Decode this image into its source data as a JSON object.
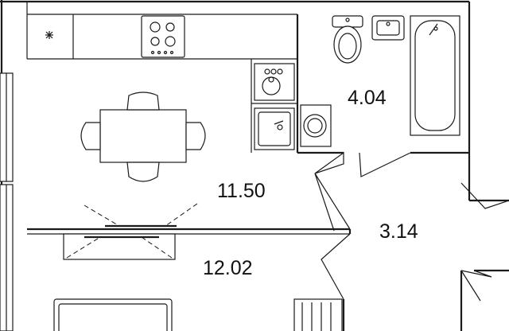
{
  "rooms": [
    {
      "name": "kitchen-living",
      "area": "11.50"
    },
    {
      "name": "bathroom",
      "area": "4.04"
    },
    {
      "name": "hallway",
      "area": "3.14"
    },
    {
      "name": "bedroom",
      "area": "12.02"
    }
  ],
  "icons": [
    "snowflake-icon",
    "cooktop-icon",
    "toilet-icon",
    "sink-icon",
    "bathtub-icon",
    "boiler-icon",
    "kitchen-sink-icon",
    "washing-machine-icon",
    "dining-table-icon",
    "chair-icon",
    "bed-icon",
    "tv-icon"
  ]
}
